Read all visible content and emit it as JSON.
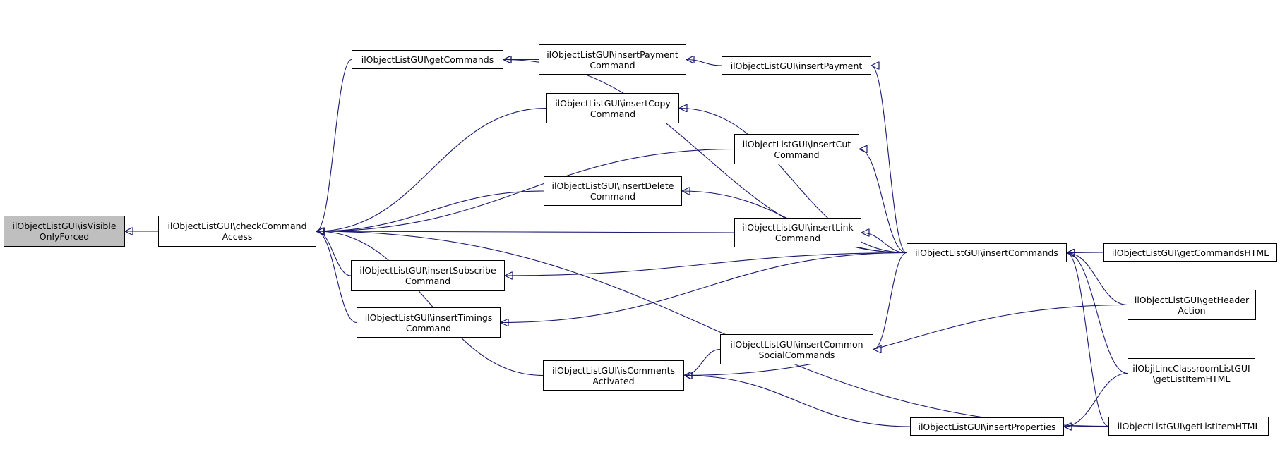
{
  "diagram": {
    "edge_color": "#191970",
    "root_fill": "#bfbfbf",
    "nodes": [
      {
        "id": "n0",
        "label": "ilObjectListGUI\\isVisible\nOnlyForced"
      },
      {
        "id": "n1",
        "label": "ilObjectListGUI\\checkCommand\nAccess"
      },
      {
        "id": "n2",
        "label": "ilObjectListGUI\\getCommands"
      },
      {
        "id": "n3",
        "label": "ilObjectListGUI\\insertPayment\nCommand"
      },
      {
        "id": "n4",
        "label": "ilObjectListGUI\\insertPayment"
      },
      {
        "id": "n5",
        "label": "ilObjectListGUI\\insertCopy\nCommand"
      },
      {
        "id": "n6",
        "label": "ilObjectListGUI\\insertCut\nCommand"
      },
      {
        "id": "n7",
        "label": "ilObjectListGUI\\insertDelete\nCommand"
      },
      {
        "id": "n8",
        "label": "ilObjectListGUI\\insertLink\nCommand"
      },
      {
        "id": "n9",
        "label": "ilObjectListGUI\\insertCommands"
      },
      {
        "id": "n10",
        "label": "ilObjectListGUI\\getCommandsHTML"
      },
      {
        "id": "n11",
        "label": "ilObjectListGUI\\insertSubscribe\nCommand"
      },
      {
        "id": "n12",
        "label": "ilObjectListGUI\\insertTimings\nCommand"
      },
      {
        "id": "n13",
        "label": "ilObjectListGUI\\getHeader\nAction"
      },
      {
        "id": "n14",
        "label": "ilObjectListGUI\\insertCommon\nSocialCommands"
      },
      {
        "id": "n15",
        "label": "ilObjectListGUI\\isComments\nActivated"
      },
      {
        "id": "n16",
        "label": "ilObjiLincClassroomListGUI\n\\getListItemHTML"
      },
      {
        "id": "n17",
        "label": "ilObjectListGUI\\insertProperties"
      },
      {
        "id": "n18",
        "label": "ilObjectListGUI\\getListItemHTML"
      }
    ],
    "edges": [
      {
        "from": "n1",
        "to": "n0"
      },
      {
        "from": "n2",
        "to": "n1"
      },
      {
        "from": "n5",
        "to": "n1"
      },
      {
        "from": "n6",
        "to": "n1"
      },
      {
        "from": "n7",
        "to": "n1"
      },
      {
        "from": "n8",
        "to": "n1"
      },
      {
        "from": "n11",
        "to": "n1"
      },
      {
        "from": "n12",
        "to": "n1"
      },
      {
        "from": "n15",
        "to": "n1"
      },
      {
        "from": "n18",
        "to": "n1"
      },
      {
        "from": "n3",
        "to": "n2"
      },
      {
        "from": "n9",
        "to": "n2"
      },
      {
        "from": "n4",
        "to": "n3"
      },
      {
        "from": "n9",
        "to": "n4"
      },
      {
        "from": "n9",
        "to": "n5"
      },
      {
        "from": "n9",
        "to": "n6"
      },
      {
        "from": "n9",
        "to": "n7"
      },
      {
        "from": "n9",
        "to": "n8"
      },
      {
        "from": "n9",
        "to": "n11"
      },
      {
        "from": "n9",
        "to": "n12"
      },
      {
        "from": "n10",
        "to": "n9"
      },
      {
        "from": "n13",
        "to": "n9"
      },
      {
        "from": "n16",
        "to": "n9"
      },
      {
        "from": "n18",
        "to": "n9"
      },
      {
        "from": "n9",
        "to": "n14"
      },
      {
        "from": "n14",
        "to": "n15"
      },
      {
        "from": "n13",
        "to": "n15"
      },
      {
        "from": "n17",
        "to": "n15"
      },
      {
        "from": "n16",
        "to": "n17"
      },
      {
        "from": "n18",
        "to": "n17"
      }
    ]
  }
}
